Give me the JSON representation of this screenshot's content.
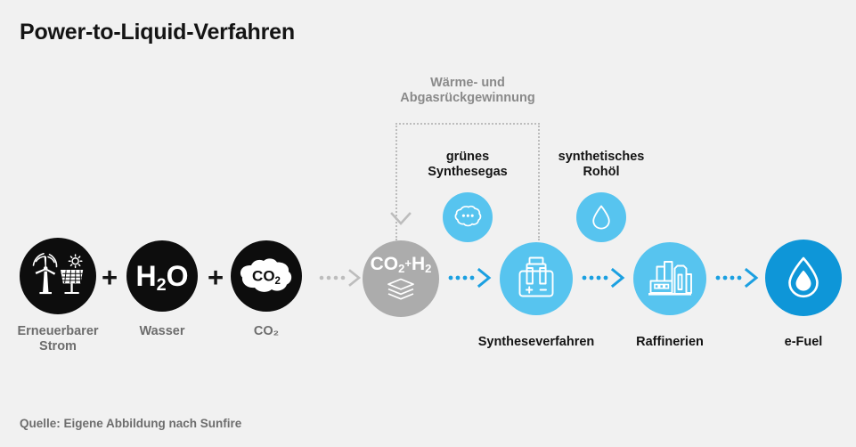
{
  "page": {
    "title": "Power-to-Liquid-Verfahren",
    "source": "Quelle: Eigene Abbildung nach Sunfire",
    "background_color": "#f1f1f1"
  },
  "colors": {
    "black": "#0d0d0d",
    "gray_node": "#acacac",
    "light_blue": "#57c4ef",
    "dark_blue": "#0e96d8",
    "arrow_blue": "#1ba0e1",
    "arrow_gray": "#bdbdbd",
    "label_gray": "#6d6d6d",
    "label_black": "#141414",
    "dotted_border": "#bdbdbd"
  },
  "recovery_loop": {
    "label_line1": "Wärme- und",
    "label_line2": "Abgasrückgewinnung",
    "icon": "dotted-loop-arrow-down-icon"
  },
  "intermediates": [
    {
      "id": "syngas",
      "label_line1": "grünes",
      "label_line2": "Synthesegas",
      "icon": "gas-cloud-icon",
      "circle_color": "#57c4ef"
    },
    {
      "id": "crude-oil",
      "label_line1": "synthetisches",
      "label_line2": "Rohöl",
      "icon": "oil-droplet-icon",
      "circle_color": "#57c4ef"
    }
  ],
  "nodes": [
    {
      "id": "renewable-power",
      "label_line1": "Erneuerbarer",
      "label_line2": "Strom",
      "label_style": "gray",
      "circle_color": "#0d0d0d",
      "icon": "wind-turbine-solar-panel-icon",
      "chem_formula": ""
    },
    {
      "id": "water",
      "label_line1": "Wasser",
      "label_line2": "",
      "label_style": "gray",
      "circle_color": "#0d0d0d",
      "icon": "",
      "chem_formula": "H2O"
    },
    {
      "id": "co2",
      "label_line1": "CO₂",
      "label_line2": "",
      "label_style": "gray",
      "circle_color": "#0d0d0d",
      "icon": "co2-cloud-icon",
      "chem_formula": "CO2"
    },
    {
      "id": "co2-h2",
      "label_line1": "",
      "label_line2": "",
      "label_style": "gray",
      "circle_color": "#acacac",
      "icon": "stacked-layers-icon",
      "chem_formula": "CO2+H2"
    },
    {
      "id": "synthesis",
      "label_line1": "Syntheseverfahren",
      "label_line2": "",
      "label_style": "black",
      "circle_color": "#57c4ef",
      "icon": "electrolyzer-cell-icon",
      "chem_formula": ""
    },
    {
      "id": "refineries",
      "label_line1": "Raffinerien",
      "label_line2": "",
      "label_style": "black",
      "circle_color": "#57c4ef",
      "icon": "refinery-plant-icon",
      "chem_formula": ""
    },
    {
      "id": "e-fuel",
      "label_line1": "e-Fuel",
      "label_line2": "",
      "label_style": "black",
      "circle_color": "#0e96d8",
      "icon": "fuel-droplet-icon",
      "chem_formula": ""
    }
  ],
  "operators": [
    {
      "id": "plus-1",
      "symbol": "+"
    },
    {
      "id": "plus-2",
      "symbol": "+"
    }
  ],
  "connectors": [
    {
      "id": "arrow-co2-to-mix",
      "color": "#bdbdbd"
    },
    {
      "id": "arrow-mix-to-synthesis",
      "color": "#1ba0e1"
    },
    {
      "id": "arrow-synthesis-to-refineries",
      "color": "#1ba0e1"
    },
    {
      "id": "arrow-refineries-to-efuel",
      "color": "#1ba0e1"
    }
  ]
}
